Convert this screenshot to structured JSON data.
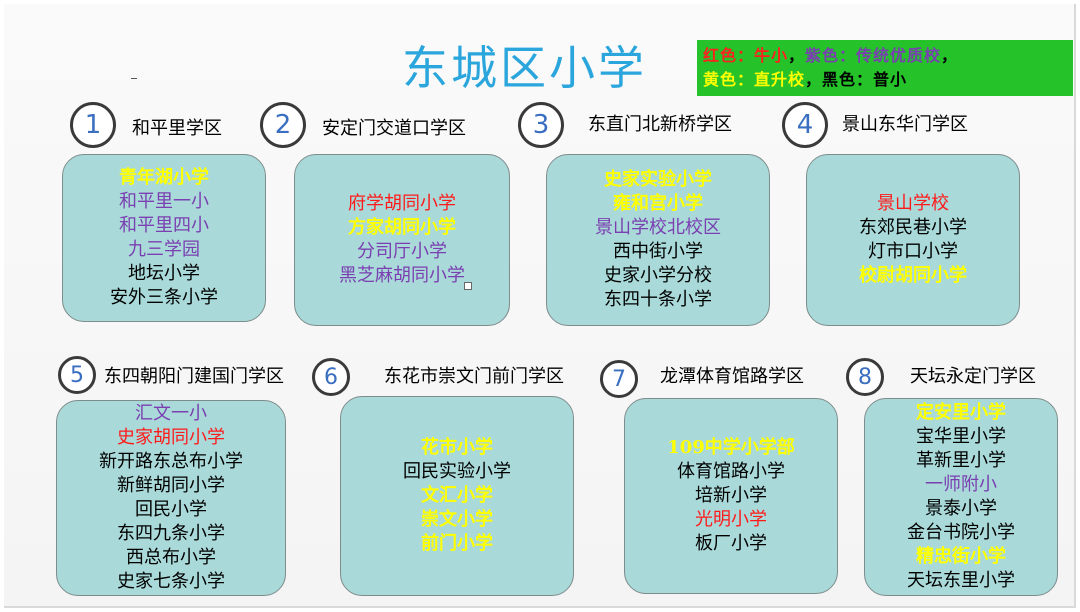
{
  "title": "东城区小学",
  "legend": {
    "red_label": "红色：牛小",
    "sep1": "，",
    "purple_label": "紫色：传统优质校",
    "sep2": "，",
    "yellow_label": "黄色：直升校",
    "sep3": "，",
    "black_label": "黑色：普小"
  },
  "colors": {
    "red": "#ff1a1a",
    "purple": "#7a3fb0",
    "yellow": "#ffff00",
    "black": "#000000",
    "box": "#a9d9d9",
    "title": "#2aa6dc",
    "legend_bg": "#25c22a"
  },
  "districts": [
    {
      "number": "1",
      "name": "和平里学区",
      "schools": [
        {
          "name": "青年湖小学",
          "color": "yellow"
        },
        {
          "name": "和平里一小",
          "color": "purple"
        },
        {
          "name": "和平里四小",
          "color": "purple"
        },
        {
          "name": "九三学园",
          "color": "purple"
        },
        {
          "name": "地坛小学",
          "color": "black"
        },
        {
          "name": "安外三条小学",
          "color": "black"
        }
      ]
    },
    {
      "number": "2",
      "name": "安定门交道口学区",
      "schools": [
        {
          "name": "府学胡同小学",
          "color": "red"
        },
        {
          "name": "方家胡同小学",
          "color": "yellow"
        },
        {
          "name": "分司厅小学",
          "color": "purple"
        },
        {
          "name": "黑芝麻胡同小学",
          "color": "purple"
        }
      ]
    },
    {
      "number": "3",
      "name": "东直门北新桥学区",
      "schools": [
        {
          "name": "史家实验小学",
          "color": "yellow"
        },
        {
          "name": "雍和宫小学",
          "color": "yellow"
        },
        {
          "name": "景山学校北校区",
          "color": "purple"
        },
        {
          "name": "西中街小学",
          "color": "black"
        },
        {
          "name": "史家小学分校",
          "color": "black"
        },
        {
          "name": "东四十条小学",
          "color": "black"
        }
      ]
    },
    {
      "number": "4",
      "name": "景山东华门学区",
      "schools": [
        {
          "name": "景山学校",
          "color": "red"
        },
        {
          "name": "东郊民巷小学",
          "color": "black"
        },
        {
          "name": "灯市口小学",
          "color": "black"
        },
        {
          "name": "校尉胡同小学",
          "color": "yellow"
        }
      ]
    },
    {
      "number": "5",
      "name": "东四朝阳门建国门学区",
      "schools": [
        {
          "name": "汇文一小",
          "color": "purple"
        },
        {
          "name": "史家胡同小学",
          "color": "red"
        },
        {
          "name": "新开路东总布小学",
          "color": "black"
        },
        {
          "name": "新鲜胡同小学",
          "color": "black"
        },
        {
          "name": "回民小学",
          "color": "black"
        },
        {
          "name": "东四九条小学",
          "color": "black"
        },
        {
          "name": "西总布小学",
          "color": "black"
        },
        {
          "name": "史家七条小学",
          "color": "black"
        }
      ]
    },
    {
      "number": "6",
      "name": "东花市崇文门前门学区",
      "schools": [
        {
          "name": "花市小学",
          "color": "yellow"
        },
        {
          "name": "回民实验小学",
          "color": "black"
        },
        {
          "name": "文汇小学",
          "color": "yellow"
        },
        {
          "name": "崇文小学",
          "color": "yellow"
        },
        {
          "name": "前门小学",
          "color": "yellow"
        }
      ]
    },
    {
      "number": "7",
      "name": "龙潭体育馆路学区",
      "schools": [
        {
          "name": "109中学小学部",
          "color": "yellow"
        },
        {
          "name": "体育馆路小学",
          "color": "black"
        },
        {
          "name": "培新小学",
          "color": "black"
        },
        {
          "name": "光明小学",
          "color": "red"
        },
        {
          "name": "板厂小学",
          "color": "black"
        }
      ]
    },
    {
      "number": "8",
      "name": "天坛永定门学区",
      "schools": [
        {
          "name": "定安里小学",
          "color": "yellow"
        },
        {
          "name": "宝华里小学",
          "color": "black"
        },
        {
          "name": "革新里小学",
          "color": "black"
        },
        {
          "name": "一师附小",
          "color": "purple"
        },
        {
          "name": "景泰小学",
          "color": "black"
        },
        {
          "name": "金台书院小学",
          "color": "black"
        },
        {
          "name": "精忠街小学",
          "color": "yellow"
        },
        {
          "name": "天坛东里小学",
          "color": "black"
        }
      ]
    }
  ]
}
